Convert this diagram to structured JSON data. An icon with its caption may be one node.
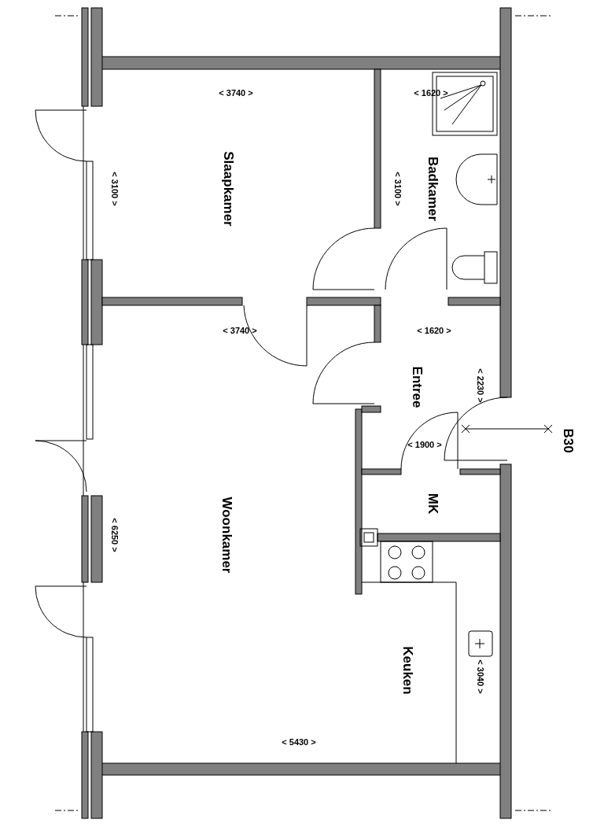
{
  "diagram": {
    "nodes": [
      {
        "text": [
          "Slaapkamer"
        ]
      },
      {
        "text": [
          "Badkamer"
        ]
      },
      {
        "text": [
          "Entree"
        ]
      },
      {
        "text": [
          "MK"
        ]
      },
      {
        "text": [
          "Woonkamer"
        ]
      },
      {
        "text": [
          "Keuken"
        ]
      }
    ],
    "edges": [],
    "labels": [
      "< 3740 >",
      "< 3100 >",
      "< 1620 >",
      "< 3100 >",
      "< 3740 >",
      "< 1620 >",
      "< 2230 >",
      "< 1900 >",
      "B30",
      "< 6250 >",
      "< 3040 >",
      "< 5430 >"
    ]
  }
}
